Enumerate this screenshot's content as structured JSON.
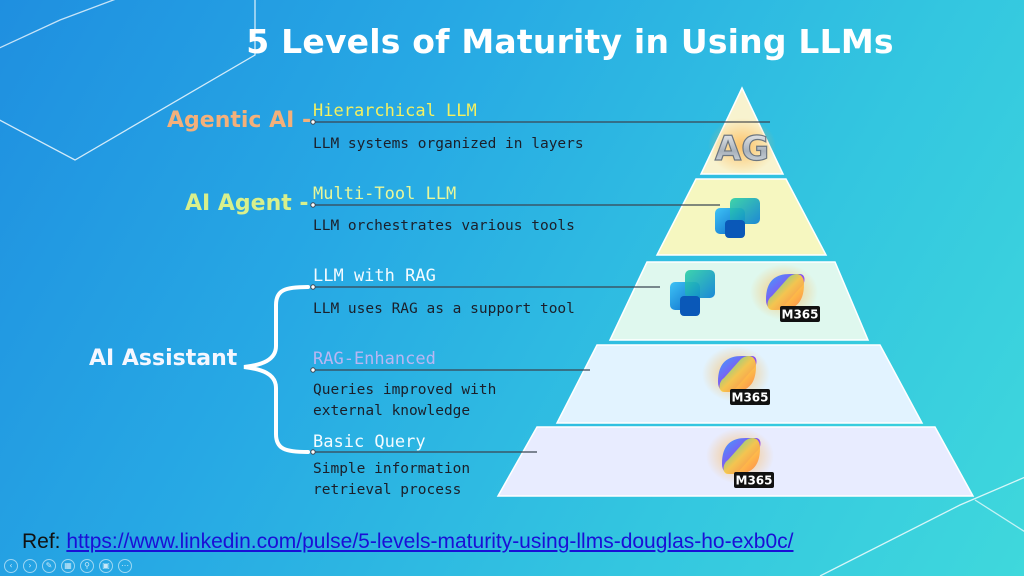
{
  "slide": {
    "title": "5 Levels of Maturity in Using LLMs",
    "categories": {
      "agentic": {
        "label": "Agentic AI -",
        "color": "#f4b07a"
      },
      "agent": {
        "label": "AI Agent -",
        "color": "#d8f08c"
      },
      "assistant": {
        "label": "AI Assistant",
        "color": "#f5f7ff"
      }
    },
    "levels": [
      {
        "name": "Hierarchical LLM",
        "description": "LLM systems organized in layers",
        "color": "#f4f060"
      },
      {
        "name": "Multi-Tool LLM",
        "description": "LLM orchestrates various tools",
        "color": "#e8f79a"
      },
      {
        "name": "LLM with RAG",
        "description": "LLM uses RAG as a support tool",
        "color": "#f4fbff"
      },
      {
        "name": "RAG-Enhanced",
        "description_line1": "Queries improved with",
        "description_line2": "external knowledge",
        "color": "#b9b6f2"
      },
      {
        "name": "Basic Query",
        "description_line1": "Simple information",
        "description_line2": "retrieval process",
        "color": "#f4fbff"
      }
    ],
    "pyramid": {
      "tier_colors": [
        "#f8f3cf",
        "#f6f7c0",
        "#dff8ee",
        "#e2f3ff",
        "#e8ecff"
      ],
      "icons": [
        {
          "name": "ag-logo-icon",
          "text": "AG"
        },
        {
          "name": "copilot-studio-icon"
        },
        {
          "name": "copilot-studio-icon"
        },
        {
          "name": "m365-copilot-icon",
          "badge": "M365"
        },
        {
          "name": "m365-copilot-icon",
          "badge": "M365"
        },
        {
          "name": "m365-copilot-icon",
          "badge": "M365"
        }
      ]
    },
    "ref": {
      "label": "Ref: ",
      "url": "https://www.linkedin.com/pulse/5-levels-maturity-using-llms-douglas-ho-exb0c/"
    }
  }
}
